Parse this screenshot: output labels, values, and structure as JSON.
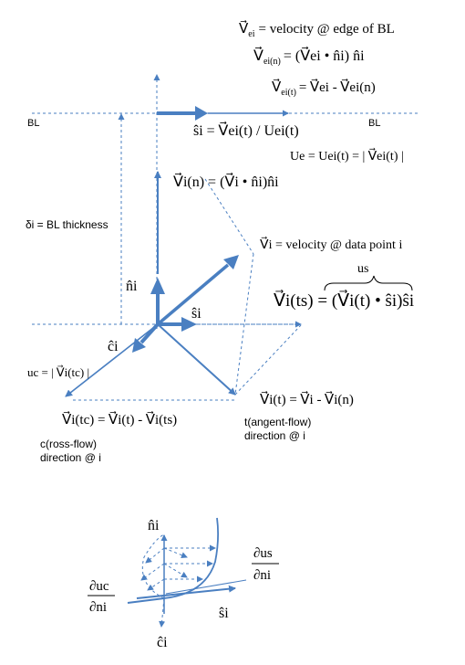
{
  "equations": {
    "ve_def": "= velocity @ edge of BL",
    "ve_n": "= (V⃗ei • n̂i) n̂i",
    "ve_t": "= V⃗ei - V⃗ei(n)",
    "s_def": "ŝi = V⃗ei(t) / Uei(t)",
    "ue_def": "Ue = Uei(t) = | V⃗ei(t) |",
    "vn_def": "V⃗i(n) = (V⃗i • n̂i)n̂i",
    "vi_def": "V⃗i = velocity @ data point i",
    "us_label": "us",
    "vts_def": "V⃗i(ts) = (V⃗i(t) • ŝi)ŝi",
    "vt_def": "V⃗i(t) = V⃗i - V⃗i(n)",
    "vtc_def": "V⃗i(tc) = V⃗i(t) - V⃗i(ts)",
    "uc_def": "uc = | V⃗i(tc) |"
  },
  "labels": {
    "bl_left": "BL",
    "bl_right": "BL",
    "delta": "δi = BL thickness",
    "n_hat": "n̂i",
    "s_hat": "ŝi",
    "c_hat": "ĉi",
    "crossflow_1": "c(ross-flow)",
    "crossflow_2": "direction @ i",
    "tangent_1": "t(angent-flow)",
    "tangent_2": "direction  @ i"
  },
  "lower": {
    "n_hat": "n̂i",
    "s_hat": "ŝi",
    "c_hat": "ĉi",
    "duc_num": "∂uc",
    "duc_den": "∂ni",
    "dus_num": "∂us",
    "dus_den": "∂ni"
  },
  "colors": {
    "accent": "#4a7fc1"
  }
}
